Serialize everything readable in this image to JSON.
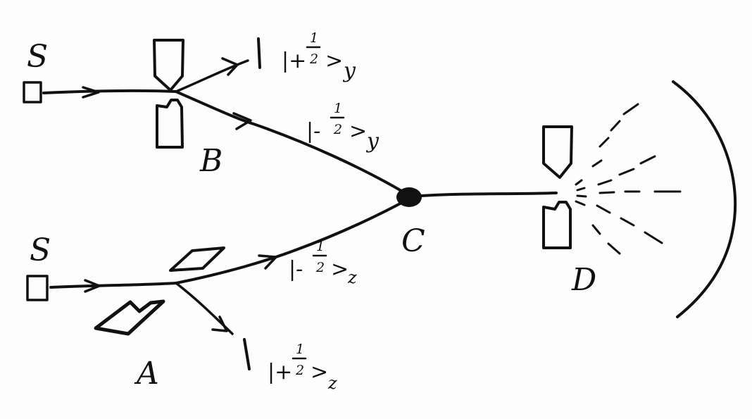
{
  "labels": {
    "source_top": "S",
    "source_bottom": "S",
    "magnet_b": "B",
    "magnet_a": "A",
    "junction_c": "C",
    "detector_d": "D"
  },
  "kets": {
    "top_up": {
      "lead": "|+",
      "num": "1",
      "den": "2",
      "tail": ">",
      "sub": "y"
    },
    "top_down": {
      "lead": "|-",
      "num": "1",
      "den": "2",
      "tail": ">",
      "sub": "y"
    },
    "bot_down": {
      "lead": "|-",
      "num": "1",
      "den": "2",
      "tail": ">",
      "sub": "z"
    },
    "bot_up": {
      "lead": "|+",
      "num": "1",
      "den": "2",
      "tail": ">",
      "sub": "z"
    }
  },
  "colors": {
    "ink": "#111111",
    "paper": "#fdfdfd"
  }
}
